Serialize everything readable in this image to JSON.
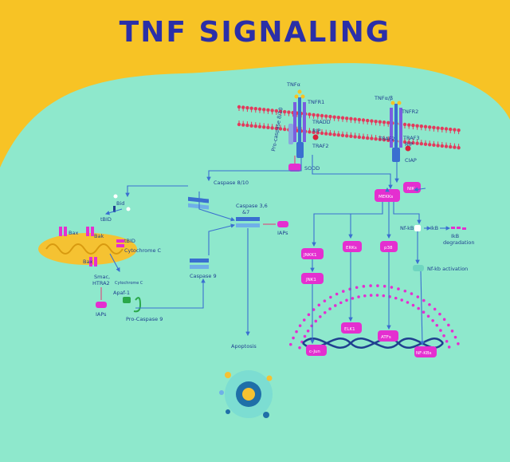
{
  "title": "TNF SIGNALING",
  "colors": {
    "background": "#f7c325",
    "cell": "#8ee8cc",
    "text": "#1f3f8f",
    "membrane": "#e33a5c",
    "magenta": "#e42fd0",
    "arrow": "#3a6fd0",
    "mitochondrion": "#f5c232"
  },
  "receptors": {
    "tnf_alpha": "TNFα",
    "tnfr1": "TNFR1",
    "tradd": "TRADD",
    "rip1": "RIP",
    "traf2_1": "TRAF2",
    "procaspase": "Pro-caspase 8/10",
    "sodd": "SODD",
    "tnf_ab": "TNFα/β",
    "tnfr2": "TNFR2",
    "traf2_2": "TRAF2",
    "traf3": "TRAF3",
    "rip2": "RIP",
    "ciap": "CIAP"
  },
  "apoptosis": {
    "caspase810": "Caspase 8/10",
    "caspase367": "Caspase 3,6\n&7",
    "caspase367_l1": "Caspase 3,6",
    "caspase367_l2": "&7",
    "iaps": "IAPs",
    "caspase9": "Caspase 9",
    "apoptosis": "Apoptosis",
    "bid": "Bid",
    "tbid1": "tBID",
    "bax1": "Bax",
    "bak": "Bak",
    "tbid2": "tBID",
    "cytc1": "Cytochrome C",
    "bax2": "Bax",
    "smac_l1": "Smac,",
    "smac_l2": "HTRA2",
    "cytc2": "Cytochrome C",
    "apaf": "Apaf-1",
    "iaps2": "IAPs",
    "procasp9": "Pro-Caspase 9"
  },
  "kinases": {
    "nik": "NIK",
    "mekks": "MEKKs",
    "jnkk1": "JNKK1",
    "jnk1": "JNK1",
    "erks": "ERKs",
    "p38": "p38",
    "nfkb": "Nf-kB",
    "ikb": "IkB",
    "ikb_deg_l1": "IkB",
    "ikb_deg_l2": "degradation",
    "nfkb_act": "Nf-kb activation"
  },
  "nucleus": {
    "cjun": "c-Jun",
    "elk1": "ELK1",
    "atfs": "ATFs",
    "nfkbs": "NF-KBs"
  }
}
